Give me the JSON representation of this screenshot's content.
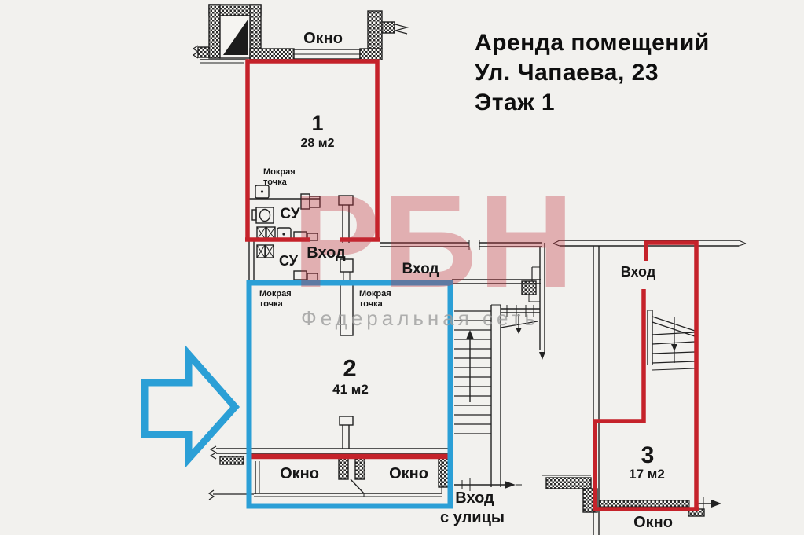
{
  "title": {
    "line1": "Аренда помещений",
    "line2": "Ул. Чапаева, 23",
    "line3": "Этаж 1"
  },
  "watermark": {
    "logo": "РБН",
    "subtitle": "Федеральная сеть"
  },
  "plan": {
    "top_window_label": "Окно",
    "room1": {
      "number": "1",
      "area": "28 м2",
      "wet_point": "Мокрая точка",
      "bathroom": "СУ",
      "entrance": "Вход"
    },
    "corridor": {
      "bathroom": "СУ",
      "entrance": "Вход"
    },
    "room2": {
      "number": "2",
      "area": "41 м2",
      "wet_point_left": "Мокрая точка",
      "wet_point_center": "Мокрая точка",
      "window_left": "Окно",
      "window_right": "Окно"
    },
    "street_entrance": {
      "line1": "Вход",
      "line2": "с улицы"
    },
    "room3": {
      "number": "3",
      "area": "17 м2",
      "entrance": "Вход",
      "window": "Окно"
    }
  },
  "colors": {
    "red": "#c5222a",
    "blue": "#2b9fd6",
    "watermark_pink": "#c2333f",
    "watermark_gray": "#9e9e9e"
  }
}
